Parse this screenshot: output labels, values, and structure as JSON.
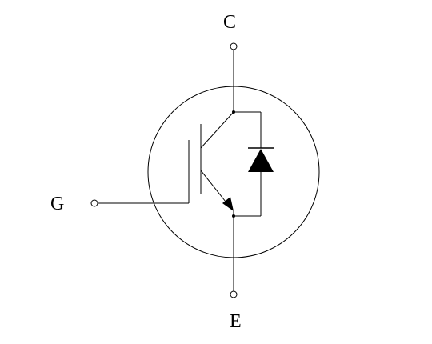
{
  "diagram": {
    "labels": {
      "collector": "C",
      "gate": "G",
      "emitter": "E"
    },
    "colors": {
      "stroke": "#000000",
      "background": "#ffffff",
      "fill": "#000000"
    }
  }
}
